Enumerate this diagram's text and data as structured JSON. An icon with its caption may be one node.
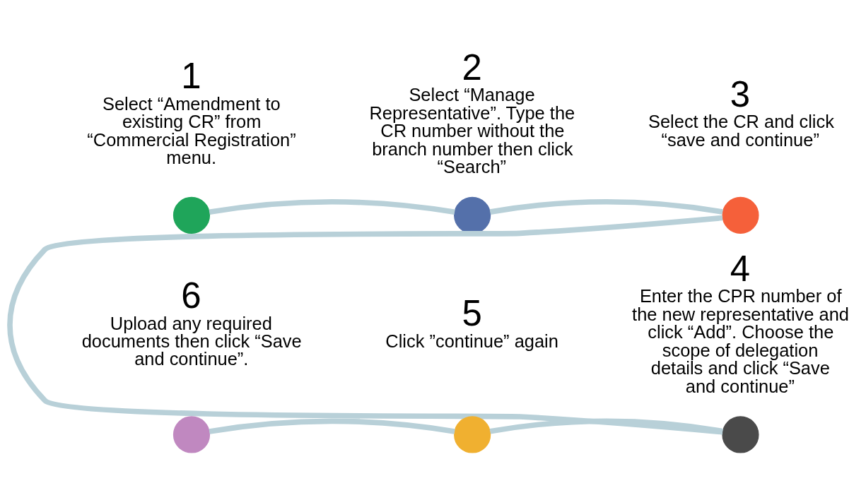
{
  "diagram": {
    "nodes": [
      {
        "text": [],
        "shape": "circle",
        "beside": [
          "1",
          "Select “Amendment to existing CR” from “Commercial Registration” menu."
        ]
      },
      {
        "text": [],
        "shape": "circle",
        "beside": [
          "2",
          "Select “Manage Representative”. Type the CR number without the branch number then click “Search”"
        ]
      },
      {
        "text": [],
        "shape": "circle",
        "beside": [
          "3",
          "Select the CR and click “save and continue”"
        ]
      },
      {
        "text": [],
        "shape": "circle",
        "beside": [
          "4",
          "Enter the CPR number of the new representative and click “Add”. Choose the scope of delegation details and click “Save and continue”"
        ]
      },
      {
        "text": [],
        "shape": "circle",
        "beside": [
          "5",
          "Click ”continue” again"
        ]
      },
      {
        "text": [],
        "shape": "circle",
        "beside": [
          "6",
          "Upload any required documents then click “Save and continue”."
        ]
      }
    ],
    "edges": [
      {
        "from": 0,
        "to": 1,
        "arrow": "none"
      },
      {
        "from": 1,
        "to": 2,
        "arrow": "none"
      },
      {
        "from": 2,
        "to": 3,
        "arrow": "none"
      },
      {
        "from": 3,
        "to": 4,
        "arrow": "none"
      },
      {
        "from": 4,
        "to": 5,
        "arrow": "none"
      }
    ]
  }
}
